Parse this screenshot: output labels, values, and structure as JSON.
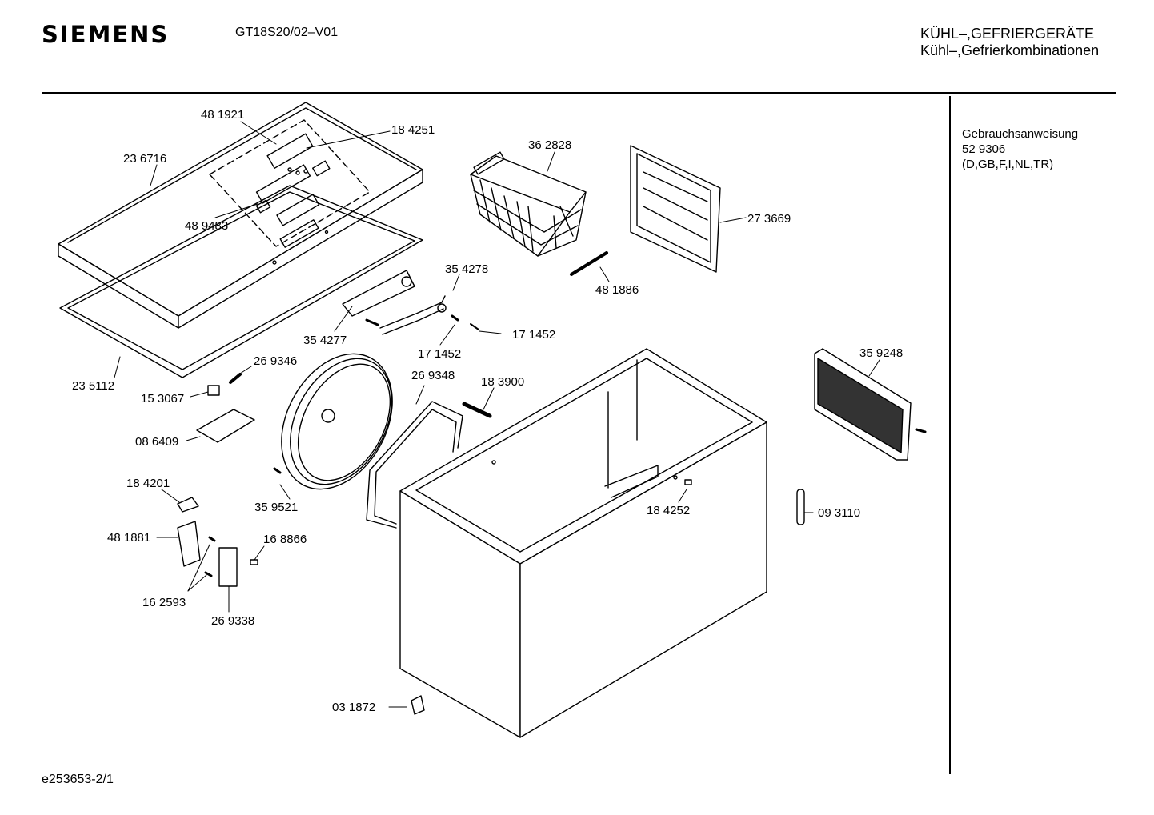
{
  "header": {
    "brand": "SIEMENS",
    "model": "GT18S20/02–V01",
    "category_line1": "KÜHL–,GEFRIERGERÄTE",
    "category_line2": "Kühl–,Gefrierkombinationen"
  },
  "side_panel": {
    "title": "Gebrauchsanweisung",
    "number": "52 9306",
    "languages": "(D,GB,F,I,NL,TR)"
  },
  "footer": {
    "drawing_id": "e253653-2/1"
  },
  "part_labels": {
    "lid_handle_top": "48 1921",
    "lid_screw": "18 4251",
    "lid": "23 6716",
    "control_panel": "48 9483",
    "basket": "36 2828",
    "divider": "27 3669",
    "basket_handle": "48 1886",
    "hinge_bar": "35 4278",
    "hinge_bracket": "35 4277",
    "pin_right": "17 1452",
    "pin_left": "17 1452",
    "gasket": "23 5112",
    "spring": "26 9346",
    "clip": "15 3067",
    "tray": "08 6409",
    "round_cover": "35 9521",
    "frame": "26 9348",
    "rod": "18 3900",
    "back_grille": "35 9248",
    "latch": "18 4252",
    "foot": "09 3110",
    "bracket_cap": "18 4201",
    "hinge_plate": "48 1881",
    "small_plug": "16 8866",
    "screws": "16 2593",
    "lock": "26 9338",
    "corner_block": "03 1872"
  }
}
